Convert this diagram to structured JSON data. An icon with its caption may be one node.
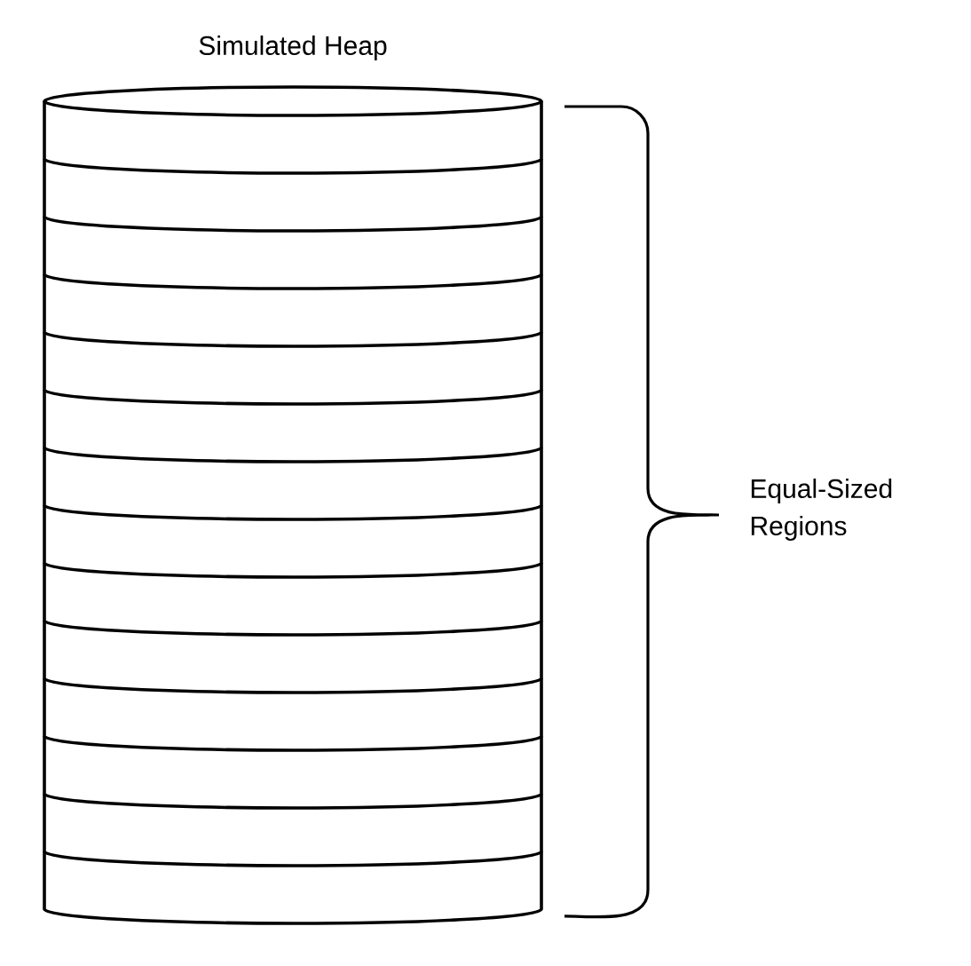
{
  "diagram": {
    "title": "Simulated Heap",
    "nodes": [
      {
        "text": [],
        "shape": "cylinder"
      }
    ],
    "labels": [
      "Equal-Sized Regions"
    ]
  }
}
